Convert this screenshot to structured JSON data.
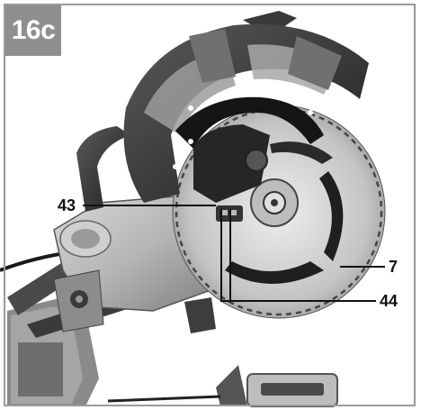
{
  "figure": {
    "label": "16c",
    "subject_icon": "miter-saw-illustration"
  },
  "callouts": [
    {
      "id": "43",
      "text": "43"
    },
    {
      "id": "7",
      "text": "7"
    },
    {
      "id": "44",
      "text": "44"
    }
  ],
  "colors": {
    "label_bg": "#8f8f8f",
    "label_text": "#ffffff",
    "frame": "#9a9a9a",
    "line": "#111111"
  }
}
